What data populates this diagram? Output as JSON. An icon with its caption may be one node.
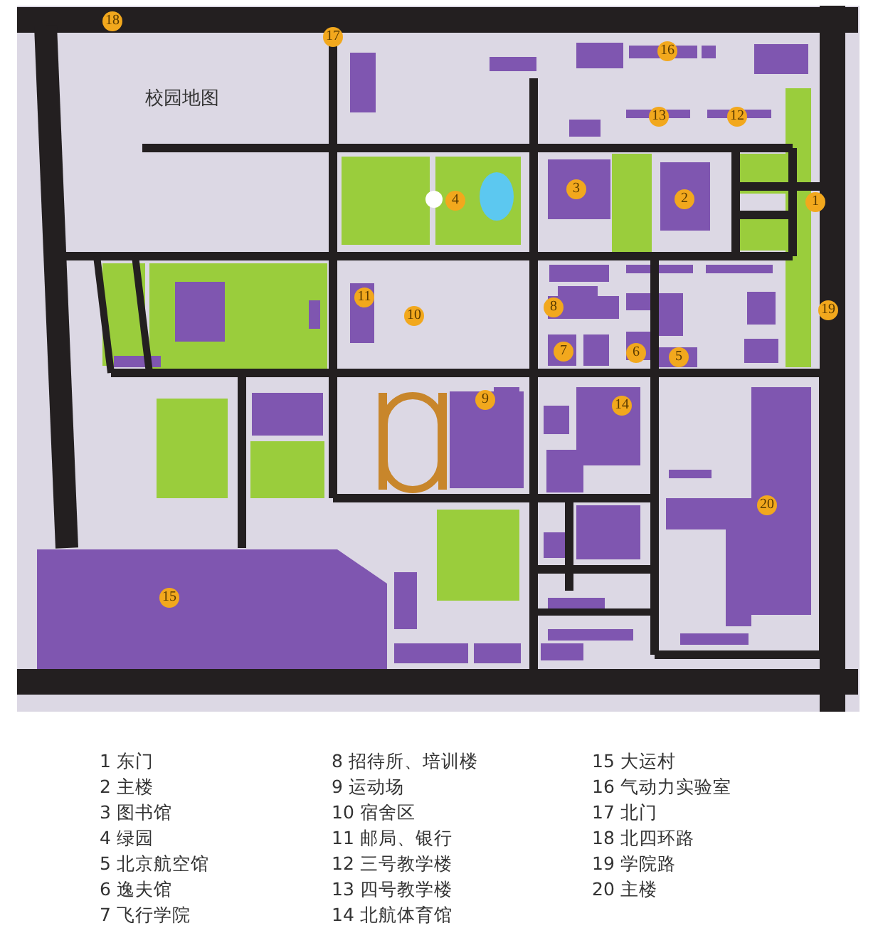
{
  "diagram": {
    "title": "校园地图",
    "labels": [
      "18",
      "17",
      "16",
      "13",
      "12",
      "4",
      "3",
      "2",
      "1",
      "11",
      "8",
      "19",
      "10",
      "7",
      "6",
      "5",
      "9",
      "14",
      "20",
      "15",
      "1 东门",
      "2 主楼",
      "3 图书馆",
      "4 绿园",
      "5 北京航空馆",
      "6 逸夫馆",
      "7 飞行学院",
      "8 招待所、培训楼",
      "9 运动场",
      "10 宿舍区",
      "11 邮局、银行",
      "12 三号教学楼",
      "13 四号教学楼",
      "14 北航体育馆",
      "15 大运村",
      "16 气动力实验室",
      "17 北门",
      "18 北四环路",
      "19 学院路",
      "20 主楼"
    ]
  }
}
